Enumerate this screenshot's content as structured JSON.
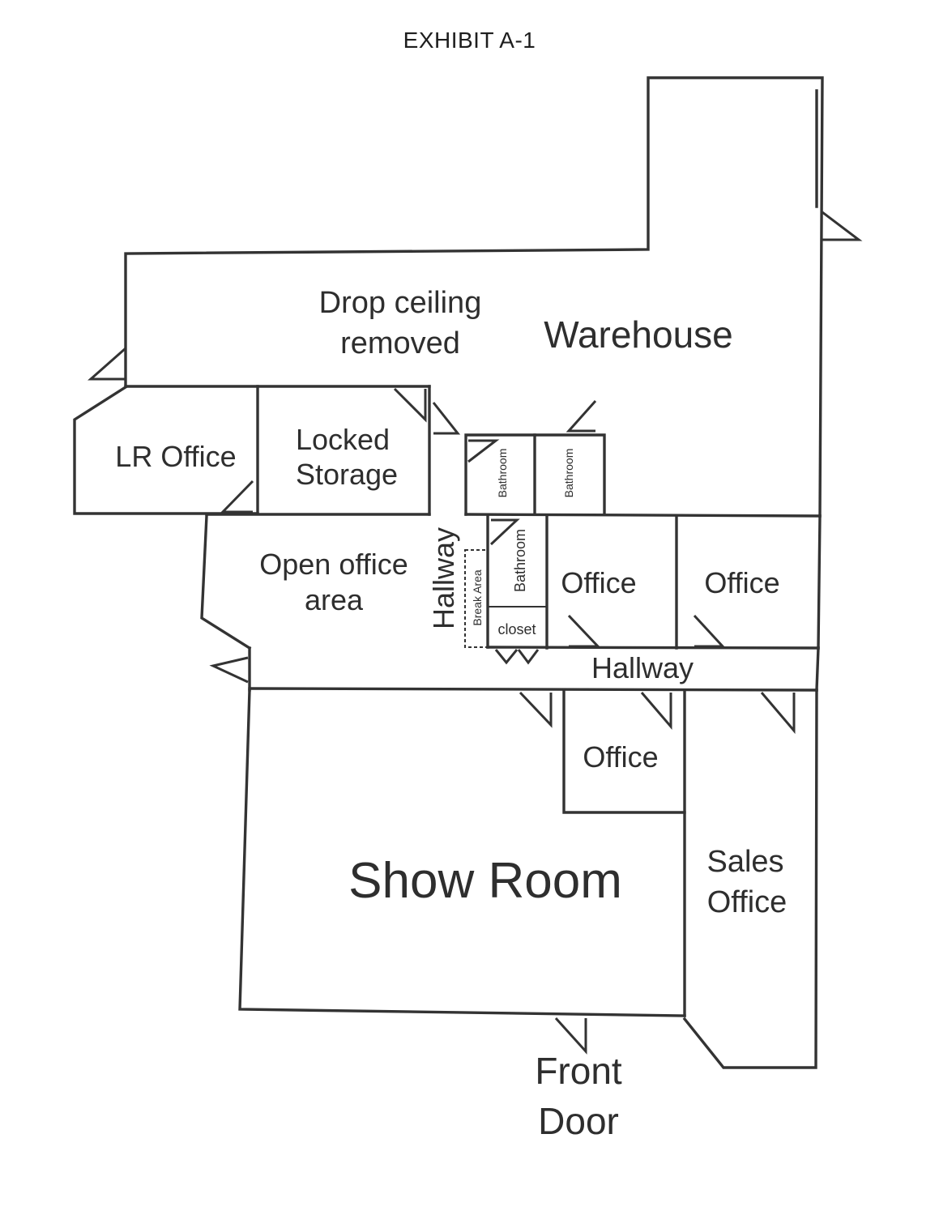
{
  "exhibit_title": "EXHIBIT A-1",
  "rooms": {
    "drop_ceiling": [
      "Drop ceiling",
      "removed"
    ],
    "warehouse": "Warehouse",
    "lr_office": "LR Office",
    "locked_storage": [
      "Locked",
      "Storage"
    ],
    "bathroom_1": "Bathroom",
    "bathroom_2": "Bathroom",
    "bathroom_3": "Bathroom",
    "break_area": "Break Area",
    "closet": "closet",
    "open_office": [
      "Open office",
      "area"
    ],
    "hallway_vertical": "Hallway",
    "office_1": "Office",
    "office_2": "Office",
    "hallway_horizontal": "Hallway",
    "office_3": "Office",
    "show_room": "Show Room",
    "sales_office": [
      "Sales",
      "Office"
    ],
    "front_door": [
      "Front",
      "Door"
    ]
  }
}
